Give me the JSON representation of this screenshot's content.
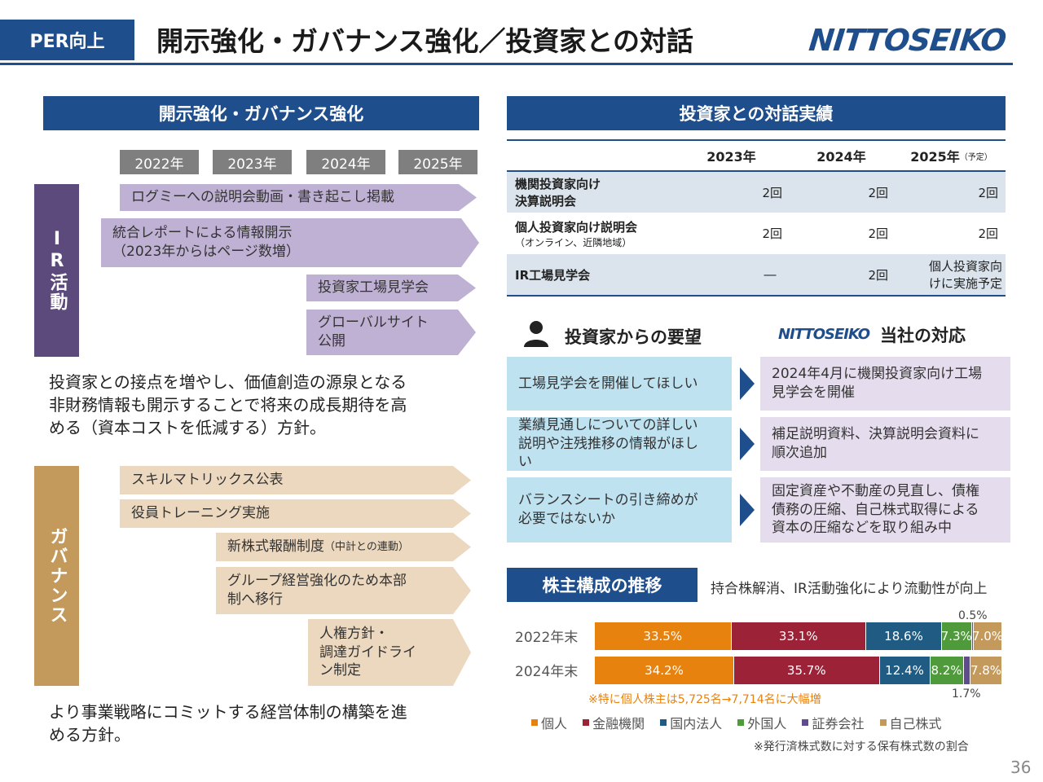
{
  "header": {
    "tag": "PER向上",
    "title": "開示強化・ガバナンス強化／投資家との対話",
    "logo": "NITTOSEIKO"
  },
  "left": {
    "section_title": "開示強化・ガバナンス強化",
    "years": [
      "2022年",
      "2023年",
      "2024年",
      "2025年"
    ],
    "ir_label": "IR活動",
    "ir_items": [
      {
        "text": "ログミーへの説明会動画・書き起こし掲載"
      },
      {
        "text": "統合レポートによる情報開示",
        "sub": "（2023年からはページ数増）"
      },
      {
        "text": "投資家工場見学会"
      },
      {
        "text": "グローバルサイト",
        "text2": "公開"
      }
    ],
    "ir_summary": [
      "投資家との接点を増やし、価値創造の源泉となる",
      "非財務情報も開示することで将来の成長期待を高",
      "める（資本コストを低減する）方針。"
    ],
    "gov_label": "ガバナンス",
    "gov_items": [
      {
        "text": "スキルマトリックス公表"
      },
      {
        "text": "役員トレーニング実施"
      },
      {
        "text": "新株式報酬制度",
        "small": "（中計との連動）"
      },
      {
        "text": "グループ経営強化のため本部",
        "text2": "制へ移行"
      },
      {
        "text": "人権方針・",
        "text2": "調達ガイドライ",
        "text3": "ン制定"
      }
    ],
    "gov_summary": [
      "より事業戦略にコミットする経営体制の構築を進",
      "める方針。"
    ]
  },
  "dialogue": {
    "section_title": "投資家との対話実績",
    "col_headers": [
      "2023年",
      "2024年",
      "2025年"
    ],
    "col_note": "（予定）",
    "rows": [
      {
        "label": "機関投資家向け",
        "label2": "決算説明会",
        "values": [
          "2回",
          "2回",
          "2回"
        ]
      },
      {
        "label": "個人投資家向け説明会",
        "sub": "（オンライン、近隣地域）",
        "values": [
          "2回",
          "2回",
          "2回"
        ]
      },
      {
        "label": "IR工場見学会",
        "values": [
          "―",
          "2回"
        ],
        "last": "個人投資家向",
        "last2": "けに実施予定"
      }
    ]
  },
  "requests": {
    "investor_title": "投資家からの要望",
    "company_logo": "NITTOSEIKO",
    "company_title": "当社の対応",
    "pairs": [
      {
        "req": [
          "工場見学会を開催してほしい"
        ],
        "resp": [
          "2024年4月に機関投資家向け工場",
          "見学会を開催"
        ]
      },
      {
        "req": [
          "業績見通しについての詳しい",
          "説明や注残推移の情報がほし",
          "い"
        ],
        "resp": [
          "補足説明資料、決算説明会資料に",
          "順次追加"
        ]
      },
      {
        "req": [
          "バランスシートの引き締めが",
          "必要ではないか"
        ],
        "resp": [
          "固定資産や不動産の見直し、債権",
          "債務の圧縮、自己株式取得による",
          "資本の圧縮などを取り組み中"
        ]
      }
    ]
  },
  "shareholders": {
    "title": "株主構成の推移",
    "subtitle": "持合株解消、IR活動強化により流動性が向上",
    "note_top": "0.5%",
    "note_bottom": "1.7%",
    "highlight": "※特に個人株主は5,725名→7,714名に大幅増",
    "footnote": "※発行済株式数に対する保有株式数の割合",
    "legend": [
      "個人",
      "金融機関",
      "国内法人",
      "外国人",
      "証券会社",
      "自己株式"
    ],
    "colors": {
      "個人": "#e8820e",
      "金融機関": "#9c2238",
      "国内法人": "#1f5b82",
      "外国人": "#4f9a3a",
      "証券会社": "#5e4c8c",
      "自己株式": "#c49a5c"
    }
  },
  "chart_data": {
    "type": "bar",
    "orientation": "horizontal-stacked-100",
    "categories": [
      "2022年末",
      "2024年末"
    ],
    "series": [
      {
        "name": "個人",
        "values": [
          33.5,
          34.2
        ]
      },
      {
        "name": "金融機関",
        "values": [
          33.1,
          35.7
        ]
      },
      {
        "name": "国内法人",
        "values": [
          18.6,
          12.4
        ]
      },
      {
        "name": "外国人",
        "values": [
          7.3,
          8.2
        ]
      },
      {
        "name": "証券会社",
        "values": [
          0.5,
          1.7
        ]
      },
      {
        "name": "自己株式",
        "values": [
          7.0,
          7.8
        ]
      }
    ],
    "labels": [
      [
        "33.5%",
        "33.1%",
        "18.6%",
        "7.3%",
        "",
        "7.0%"
      ],
      [
        "34.2%",
        "35.7%",
        "12.4%",
        "8.2%",
        "",
        "7.8%"
      ]
    ],
    "xlim": [
      0,
      100
    ],
    "legend_position": "bottom"
  },
  "page_number": "36"
}
